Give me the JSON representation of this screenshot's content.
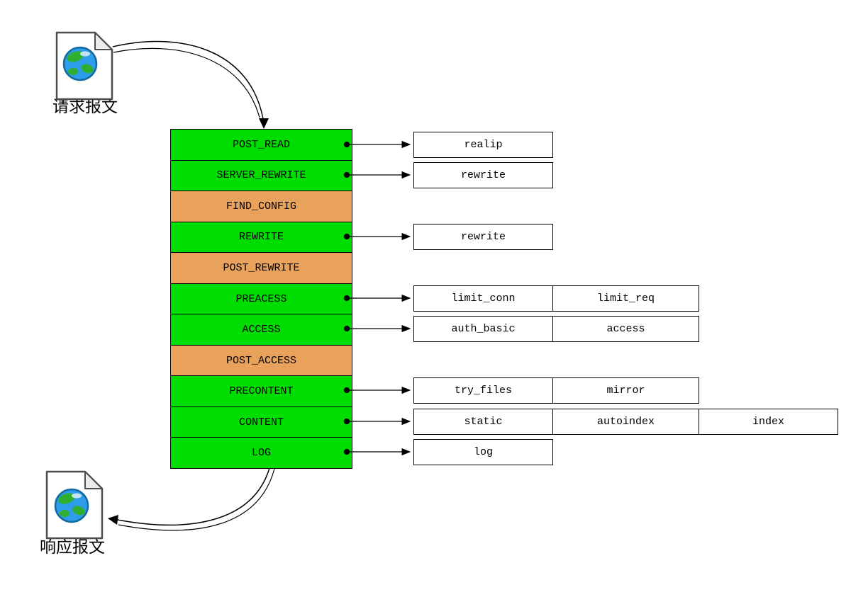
{
  "diagram": {
    "request_label": "请求报文",
    "response_label": "响应报文"
  },
  "colors": {
    "phase_green": "#00dd00",
    "phase_orange": "#e9a25c",
    "module_bg": "#ffffff",
    "border": "#000000"
  },
  "phases": [
    {
      "label": "POST_READ",
      "type": "green"
    },
    {
      "label": "SERVER_REWRITE",
      "type": "green"
    },
    {
      "label": "FIND_CONFIG",
      "type": "orange"
    },
    {
      "label": "REWRITE",
      "type": "green"
    },
    {
      "label": "POST_REWRITE",
      "type": "orange"
    },
    {
      "label": "PREACESS",
      "type": "green"
    },
    {
      "label": "ACCESS",
      "type": "green"
    },
    {
      "label": "POST_ACCESS",
      "type": "orange"
    },
    {
      "label": "PRECONTENT",
      "type": "green"
    },
    {
      "label": "CONTENT",
      "type": "green"
    },
    {
      "label": "LOG",
      "type": "green"
    }
  ],
  "modules": [
    {
      "phase": "POST_READ",
      "cells": [
        "realip"
      ]
    },
    {
      "phase": "SERVER_REWRITE",
      "cells": [
        "rewrite"
      ]
    },
    {
      "phase": "REWRITE",
      "cells": [
        "rewrite"
      ]
    },
    {
      "phase": "PREACESS",
      "cells": [
        "limit_conn",
        "limit_req"
      ]
    },
    {
      "phase": "ACCESS",
      "cells": [
        "auth_basic",
        "access"
      ]
    },
    {
      "phase": "PRECONTENT",
      "cells": [
        "try_files",
        "mirror"
      ]
    },
    {
      "phase": "CONTENT",
      "cells": [
        "static",
        "autoindex",
        "index"
      ]
    },
    {
      "phase": "LOG",
      "cells": [
        "log"
      ]
    }
  ]
}
